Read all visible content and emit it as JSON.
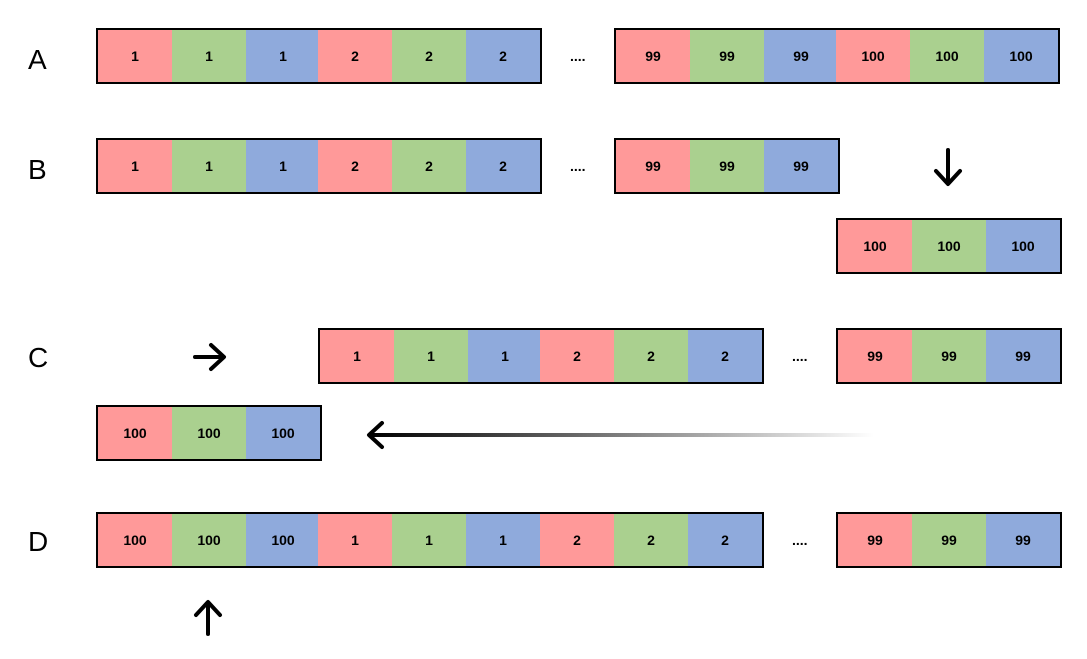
{
  "rows": {
    "A": {
      "label": "A"
    },
    "B": {
      "label": "B"
    },
    "C": {
      "label": "C"
    },
    "D": {
      "label": "D"
    }
  },
  "ellipsis": "....",
  "groups": {
    "g1": [
      "1",
      "1",
      "1"
    ],
    "g2": [
      "2",
      "2",
      "2"
    ],
    "g99": [
      "99",
      "99",
      "99"
    ],
    "g100": [
      "100",
      "100",
      "100"
    ]
  },
  "colors": {
    "red": "#ff9999",
    "green": "#aad08f",
    "blue": "#8faadc"
  }
}
